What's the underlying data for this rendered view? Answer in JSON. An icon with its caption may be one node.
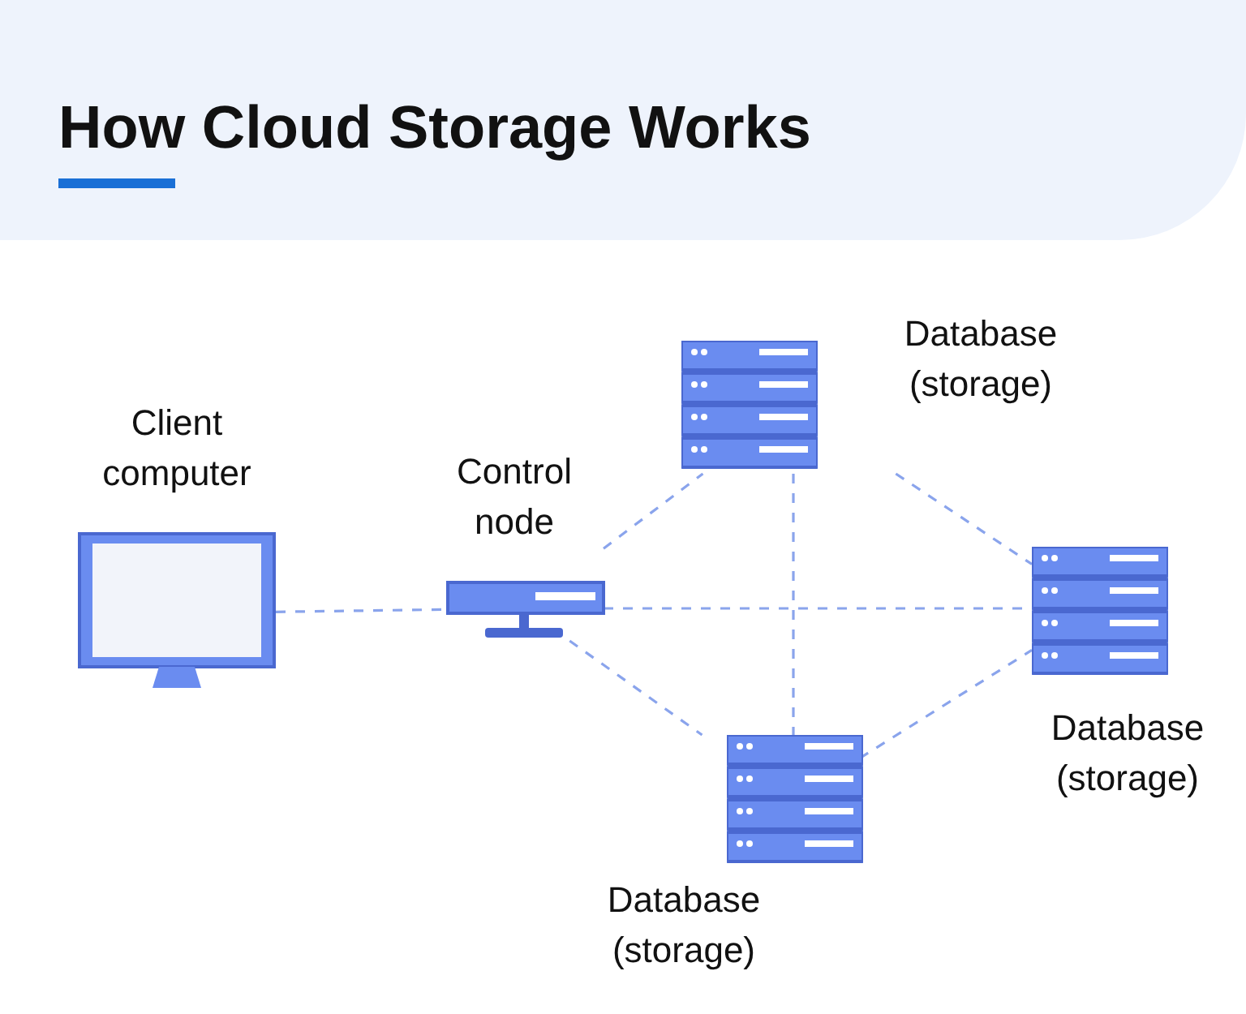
{
  "diagram": {
    "title": "How Cloud Storage Works",
    "nodes": [
      {
        "text": [
          "Client computer"
        ]
      },
      {
        "text": [
          "Control node"
        ]
      },
      {
        "text": [
          "Database (storage)"
        ]
      },
      {
        "text": [
          "Database (storage)"
        ]
      },
      {
        "text": [
          "Database (storage)"
        ]
      }
    ],
    "edges": [
      {
        "from": 0,
        "to": 1,
        "arrow": "none",
        "style": "dashed"
      },
      {
        "from": 1,
        "to": 2,
        "arrow": "none",
        "style": "dashed"
      },
      {
        "from": 1,
        "to": 3,
        "arrow": "none",
        "style": "dashed"
      },
      {
        "from": 1,
        "to": 4,
        "arrow": "none",
        "style": "dashed"
      },
      {
        "from": 2,
        "to": 4,
        "arrow": "none",
        "style": "dashed"
      },
      {
        "from": 2,
        "to": 3,
        "arrow": "none",
        "style": "dashed"
      },
      {
        "from": 4,
        "to": 3,
        "arrow": "none",
        "style": "dashed"
      }
    ]
  }
}
